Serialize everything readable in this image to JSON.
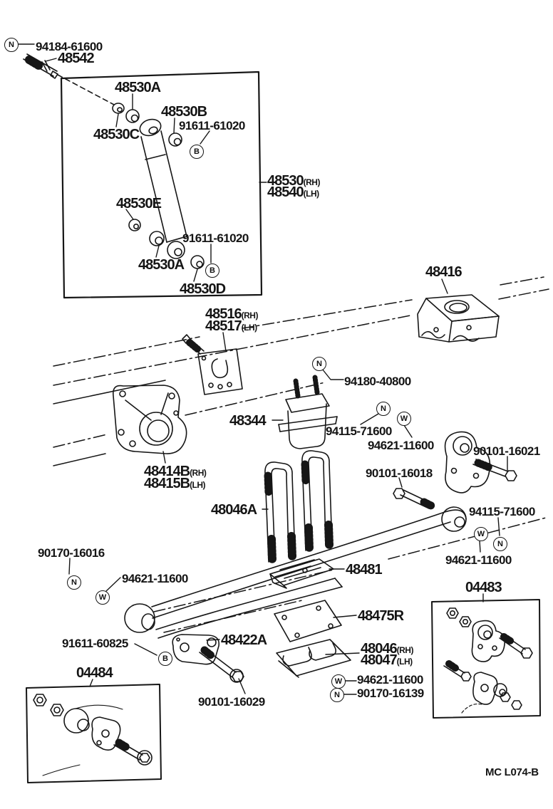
{
  "doc": {
    "footer_code": "MC L074-B"
  },
  "markers": [
    {
      "letter": "N"
    },
    {
      "letter": "B"
    },
    {
      "letter": "B"
    },
    {
      "letter": "N"
    },
    {
      "letter": "N"
    },
    {
      "letter": "W"
    },
    {
      "letter": "W"
    },
    {
      "letter": "N"
    },
    {
      "letter": "N"
    },
    {
      "letter": "W"
    },
    {
      "letter": "B"
    },
    {
      "letter": "W"
    },
    {
      "letter": "N"
    }
  ],
  "labels": [
    {
      "text": "94184-61600"
    },
    {
      "text": "48542"
    },
    {
      "text": "48530A"
    },
    {
      "text": "48530B"
    },
    {
      "text": "91611-61020"
    },
    {
      "text": "48530C"
    },
    {
      "text": "48530E"
    },
    {
      "text": "91611-61020"
    },
    {
      "text": "48530A"
    },
    {
      "text": "48530D"
    },
    {
      "text": "48530",
      "suffix": "(RH)"
    },
    {
      "text": "48540",
      "suffix": "(LH)"
    },
    {
      "text": "48516",
      "suffix": "(RH)"
    },
    {
      "text": "48517",
      "suffix": "(LH)"
    },
    {
      "text": "48416"
    },
    {
      "text": "94180-40800"
    },
    {
      "text": "48344"
    },
    {
      "text": "94115-71600"
    },
    {
      "text": "94621-11600"
    },
    {
      "text": "90101-16021"
    },
    {
      "text": "90101-16018"
    },
    {
      "text": "48414B",
      "suffix": "(RH)"
    },
    {
      "text": "48415B",
      "suffix": "(LH)"
    },
    {
      "text": "48046A"
    },
    {
      "text": "94115-71600"
    },
    {
      "text": "94621-11600"
    },
    {
      "text": "90170-16016"
    },
    {
      "text": "94621-11600"
    },
    {
      "text": "48481"
    },
    {
      "text": "04483"
    },
    {
      "text": "48475R"
    },
    {
      "text": "91611-60825"
    },
    {
      "text": "48422A"
    },
    {
      "text": "48046",
      "suffix": "(RH)"
    },
    {
      "text": "48047",
      "suffix": "(LH)"
    },
    {
      "text": "94621-11600"
    },
    {
      "text": "90170-16139"
    },
    {
      "text": "04484"
    },
    {
      "text": "90101-16029"
    }
  ]
}
